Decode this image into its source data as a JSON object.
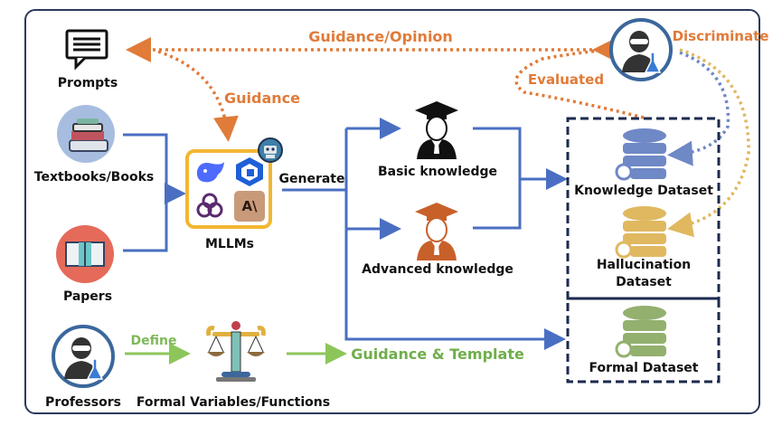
{
  "colors": {
    "frame": "#2b3a5c",
    "flow_blue": "#4a6fc2",
    "guidance_orange": "#e07b39",
    "discriminate_yellow": "#e0b860",
    "feedback_blue": "#6f88c6",
    "define_green": "#8cc65a",
    "dataset_box": "#1c2a4e",
    "mllm_box": "#f2b632"
  },
  "nodes": {
    "prompts": {
      "label": "Prompts",
      "icon": "speech-bubble-icon"
    },
    "textbooks": {
      "label": "Textbooks/Books",
      "icon": "books-icon"
    },
    "papers": {
      "label": "Papers",
      "icon": "open-book-icon"
    },
    "mllms": {
      "label": "MLLMs",
      "icons": [
        "deepseek-whale-icon",
        "hexagon-model-icon",
        "openai-knot-icon",
        "anthropic-ai-icon",
        "robot-icon"
      ]
    },
    "basic": {
      "label": "Basic knowledge",
      "icon": "graduate-black-icon"
    },
    "advanced": {
      "label": "Advanced knowledge",
      "icon": "graduate-orange-icon"
    },
    "expert_top": {
      "icon": "scientist-icon"
    },
    "knowledge_ds": {
      "label": "Knowledge Dataset",
      "icon": "database-blue-icon"
    },
    "hallucination_ds": {
      "label_line1": "Hallucination",
      "label_line2": "Dataset",
      "icon": "database-yellow-icon"
    },
    "formal_ds": {
      "label": "Formal Dataset",
      "icon": "database-green-icon"
    },
    "professors": {
      "label": "Professors",
      "icon": "scientist-icon"
    },
    "formal_vars": {
      "label": "Formal Variables/Functions",
      "icon": "scales-icon"
    }
  },
  "edges": {
    "guidance_opinion": "Guidance/Opinion",
    "guidance": "Guidance",
    "generate": "Generate",
    "evaluated": "Evaluated",
    "discriminate": "Discriminate",
    "define": "Define",
    "guidance_template": "Guidance & Template"
  }
}
